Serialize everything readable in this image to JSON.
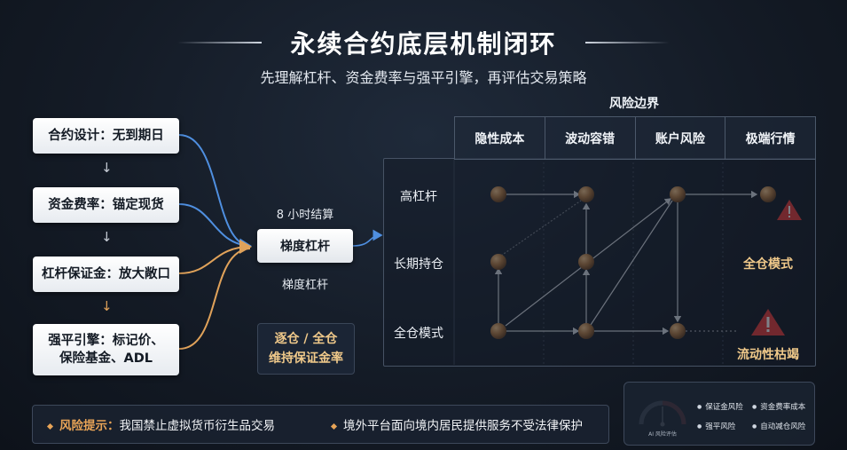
{
  "header": {
    "title": "永续合约底层机制闭环",
    "subtitle": "先理解杠杆、资金费率与强平引擎，再评估交易策略"
  },
  "flow": {
    "steps": [
      "合约设计：无到期日",
      "资金费率：锚定现货",
      "杠杆保证金：放大敞口",
      "强平引擎：标记价、",
      "保险基金、ADL"
    ],
    "arrow": "↓"
  },
  "center": {
    "top_label": "8 小时结算",
    "box_label": "梯度杠杆",
    "below_label": "梯度杠杆",
    "mode_line1": "逐仓 / 全仓",
    "mode_line2": "维持保证金率"
  },
  "matrix": {
    "title": "风险边界",
    "columns": [
      "隐性成本",
      "波动容错",
      "账户风险",
      "极端行情"
    ],
    "rows": [
      "高杠杆",
      "长期持仓",
      "全仓模式"
    ],
    "cell_full_margin": "全仓模式",
    "cell_liquidity": "流动性枯竭"
  },
  "footer": {
    "warning_label": "风险提示：",
    "warning_text": "我国禁止虚拟货币衍生品交易",
    "note": "境外平台面向境内居民提供服务不受法律保护"
  },
  "legend": {
    "gauge_caption": "AI 风险评估",
    "items": [
      "保证金风险",
      "资金费率成本",
      "强平风险",
      "自动减仓风险"
    ]
  },
  "colors": {
    "blue_flow": "#4f8fe0",
    "gold_flow": "#e0a25a",
    "warning": "#e53935",
    "accent_text": "#f0c98a"
  },
  "icons": [
    "warning-triangle-icon",
    "gauge-icon",
    "diamond-bullet-icon"
  ]
}
